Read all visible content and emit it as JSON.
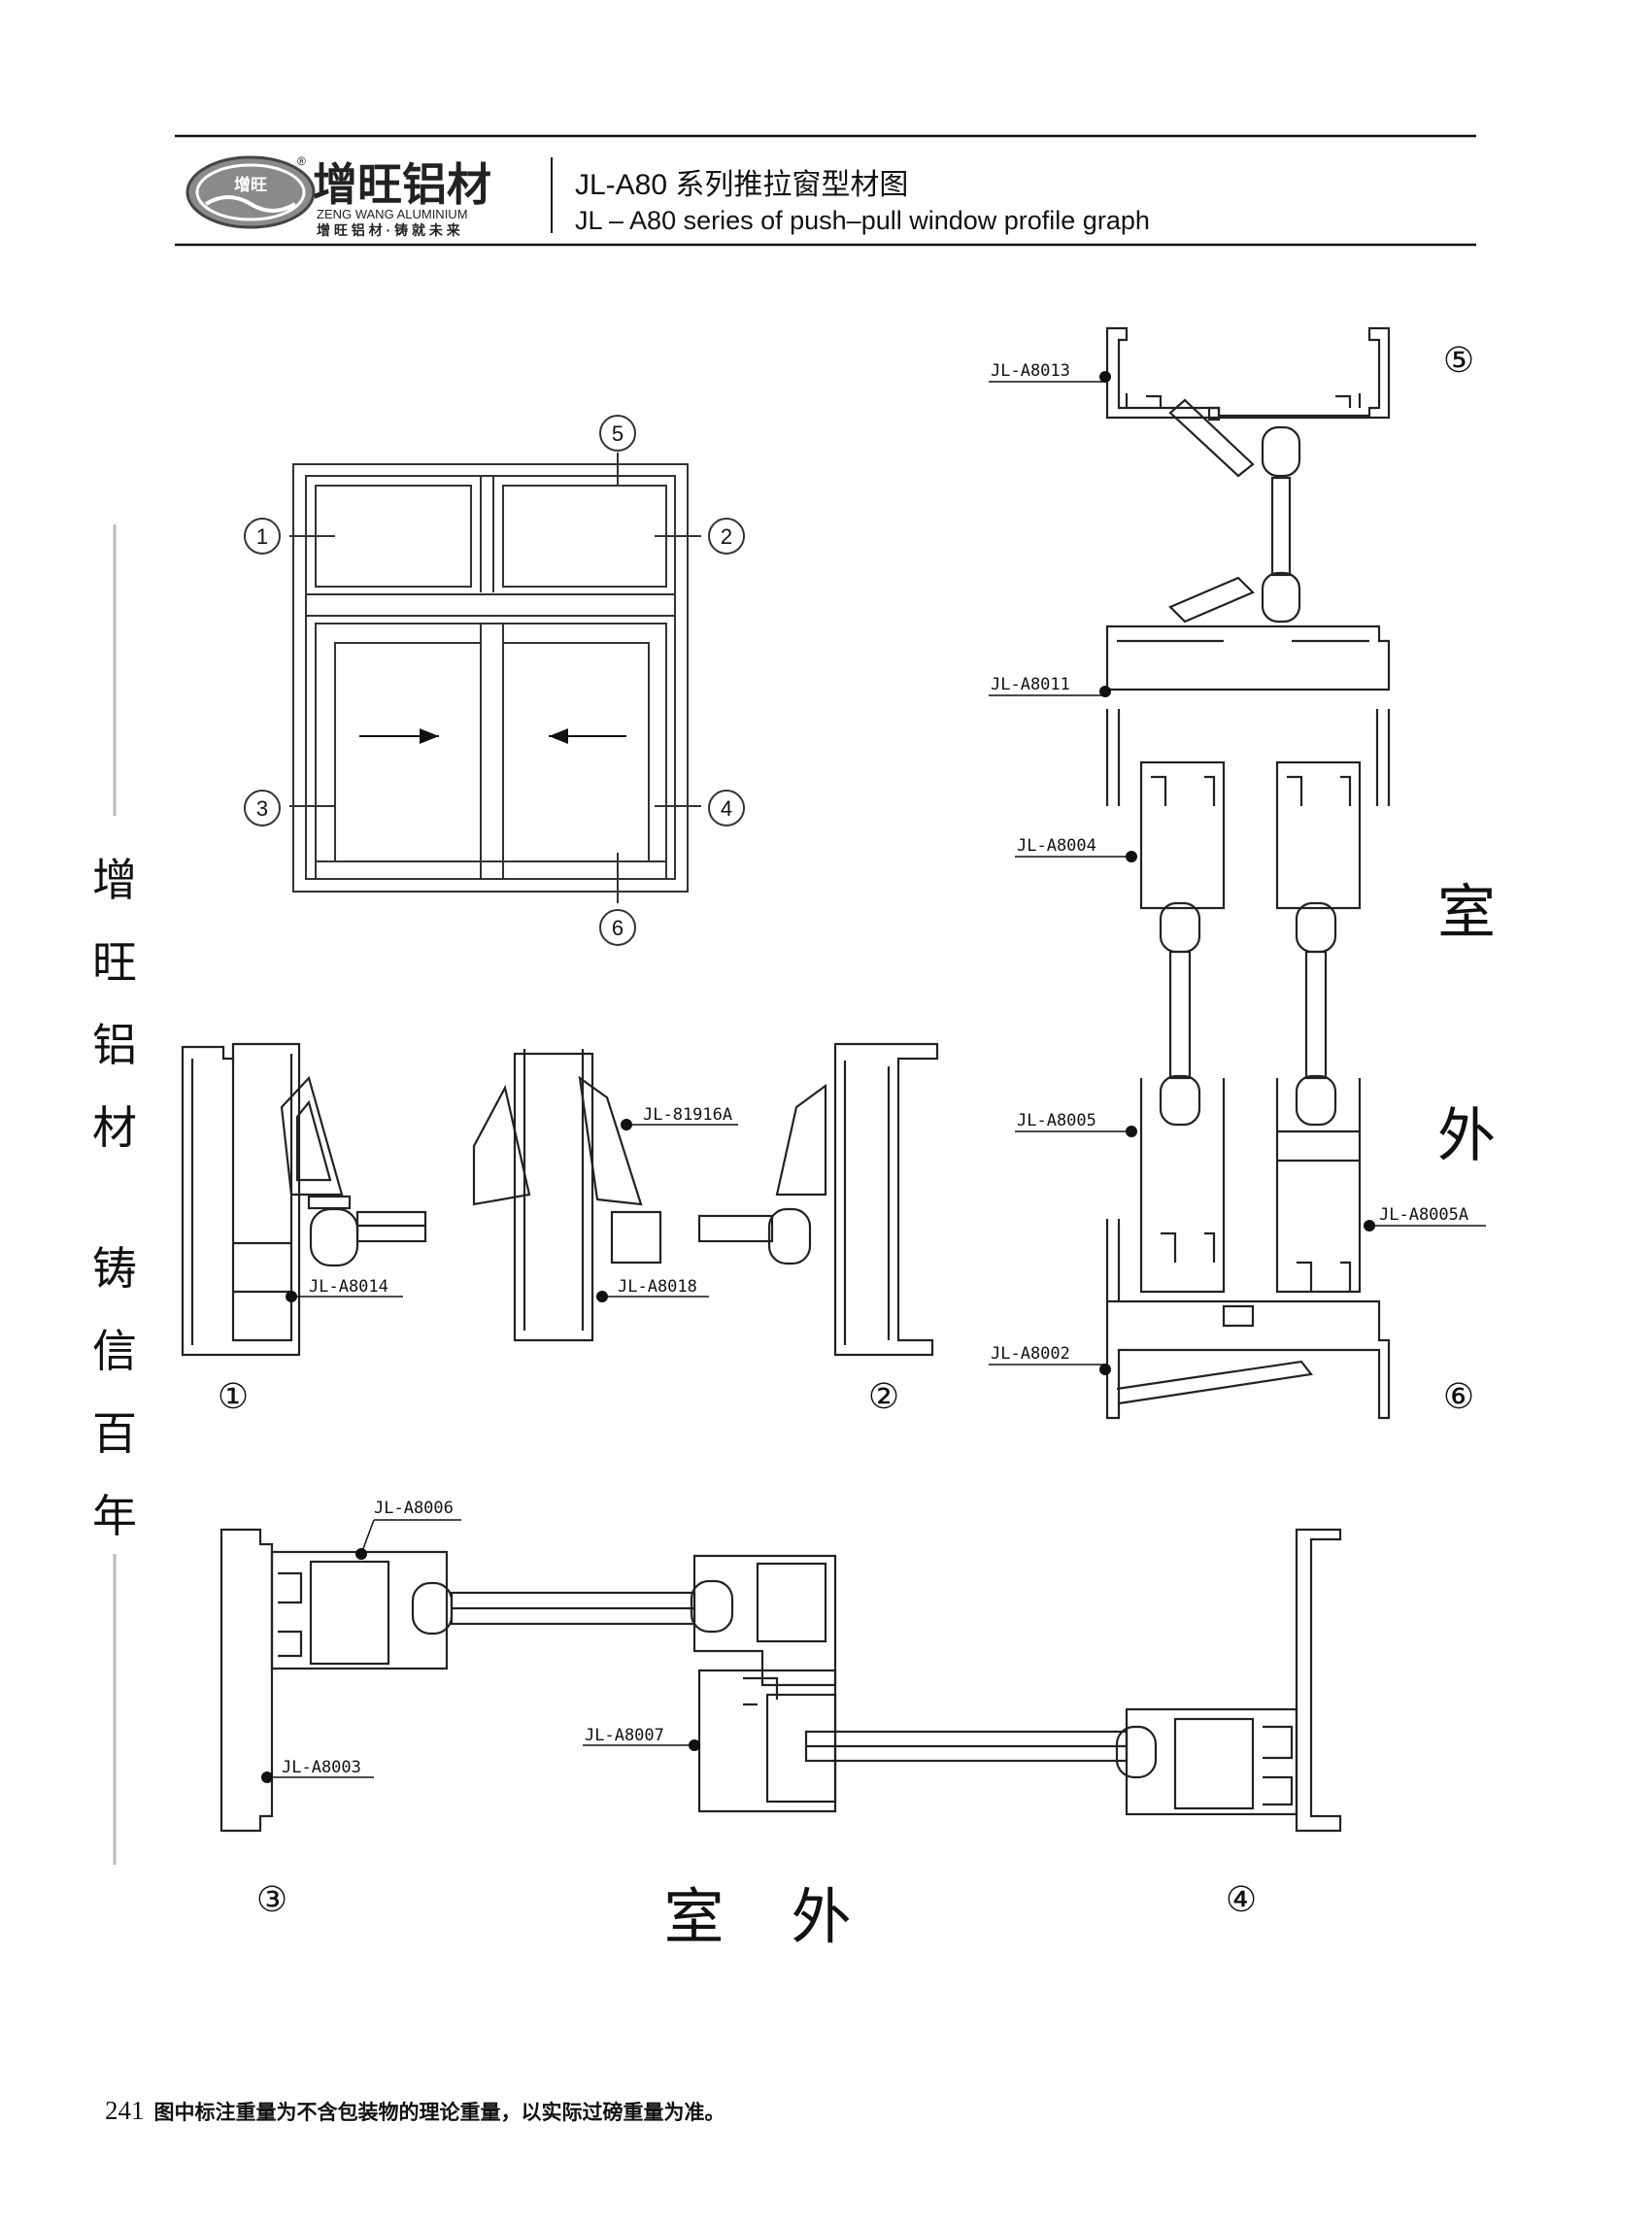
{
  "header": {
    "brand_cn": "增旺铝材",
    "brand_en": "ZENG WANG  ALUMINIUM",
    "brand_slogan": "增 旺 铝 材 · 铸 就 未 来",
    "logo_mark": "增旺",
    "registered": "®",
    "title_cn": "JL-A80 系列推拉窗型材图",
    "title_en": "JL – A80 series of push–pull window profile graph"
  },
  "side_text": [
    "增",
    "旺",
    "铝",
    "材",
    "铸",
    "信",
    "百",
    "年"
  ],
  "window_callouts": [
    "5",
    "1",
    "2",
    "3",
    "4",
    "6"
  ],
  "section_markers": [
    "①",
    "②",
    "③",
    "④",
    "⑤",
    "⑥"
  ],
  "part_labels": {
    "a8013": "JL-A8013",
    "a8011": "JL-A8011",
    "a8004": "JL-A8004",
    "a8005": "JL-A8005",
    "a8005a": "JL-A8005A",
    "a8002": "JL-A8002",
    "a81916a": "JL-81916A",
    "a8014": "JL-A8014",
    "a8018": "JL-A8018",
    "a8006": "JL-A8006",
    "a8003": "JL-A8003",
    "a8007": "JL-A8007"
  },
  "outdoor_vertical": [
    "室",
    "外"
  ],
  "outdoor_horizontal": "室    外",
  "footer": {
    "page_number": "241",
    "note": "图中标注重量为不含包装物的理论重量，以实际过磅重量为准。"
  }
}
